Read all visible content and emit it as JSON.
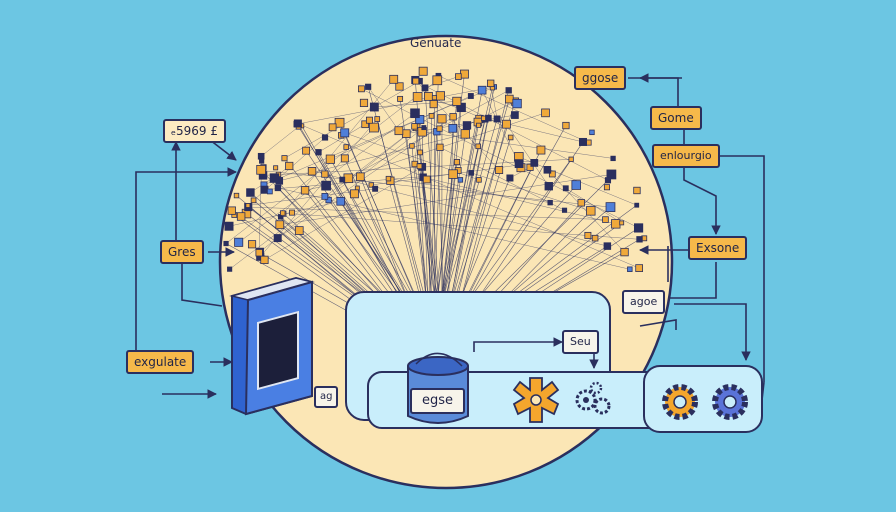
{
  "diagram": {
    "title": "Genuate",
    "labels": {
      "price": "ₑ5969 £",
      "gres": "Gres",
      "exgulate": "exgulate",
      "ggose": "ggose",
      "gome": "Gome",
      "enlourgio": "enlourgio",
      "exsone": "Exsone",
      "agoe": "agoe",
      "seu": "Seu",
      "egse": "egse",
      "ag": "ag"
    },
    "colors": {
      "background": "#6cc6e3",
      "circle": "#fbe6b5",
      "label_orange": "#f6b94a",
      "node_orange": "#f0a93a",
      "node_blue": "#4f7fd8",
      "line_dark": "#2a2f5e",
      "panel": "#c9eefb"
    },
    "icons": [
      "book-icon",
      "database-icon",
      "orange-gear-icon",
      "small-gears-icon",
      "gear-icon",
      "blue-gear-icon"
    ]
  }
}
